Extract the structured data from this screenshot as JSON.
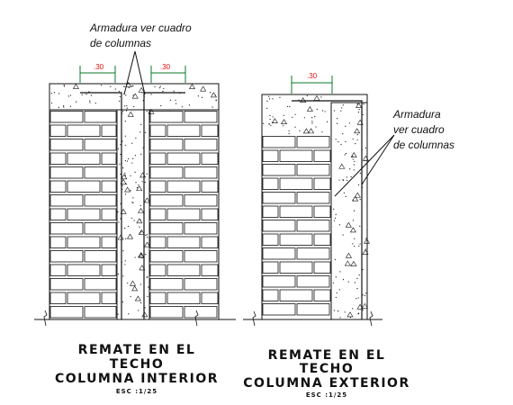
{
  "interior": {
    "note_line1": "Armadura ver cuadro",
    "note_line2": "de columnas",
    "dim_left": ".30",
    "dim_right": ".30",
    "title_line1": "REMATE EN EL",
    "title_line2": "TECHO",
    "title_line3": "COLUMNA INTERIOR",
    "scale": "ESC :1/25"
  },
  "exterior": {
    "note_line1": "Armadura",
    "note_line2": "ver cuadro",
    "note_line3": "de columnas",
    "dim": ".30",
    "title_line1": "REMATE EN EL",
    "title_line2": "TECHO",
    "title_line3": "COLUMNA EXTERIOR",
    "scale": "ESC :1/25"
  },
  "colors": {
    "line": "#111111",
    "dimension": "#dd1111",
    "background": "#ffffff"
  }
}
